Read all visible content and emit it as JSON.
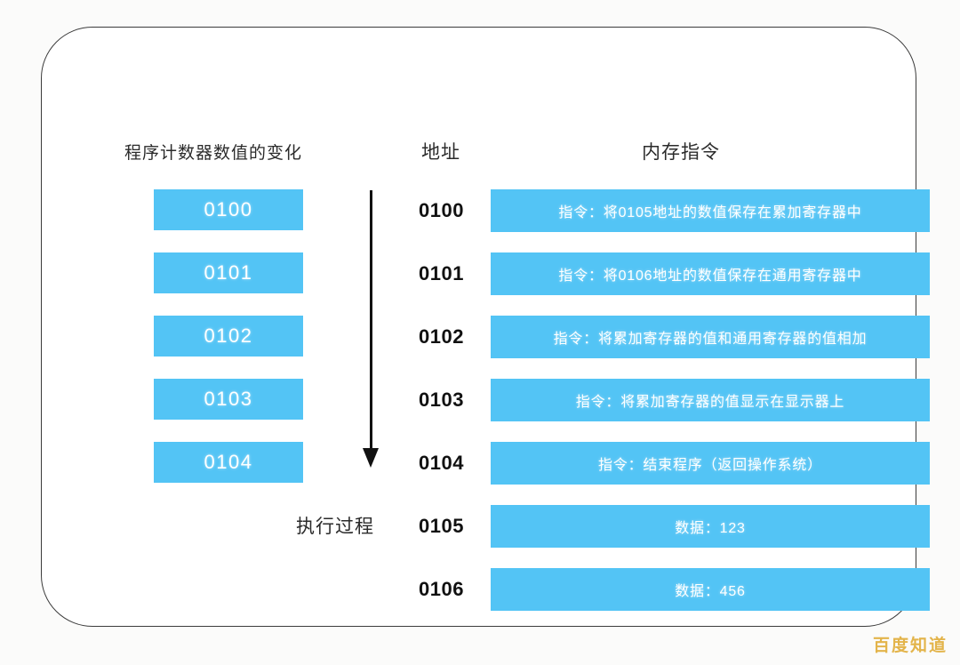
{
  "diagram": {
    "headers": {
      "program_counter": "程序计数器数值的变化",
      "address": "地址",
      "memory_instruction": "内存指令"
    },
    "execution_label": "执行过程",
    "program_counter_values": [
      "0100",
      "0101",
      "0102",
      "0103",
      "0104"
    ],
    "memory_rows": [
      {
        "address": "0100",
        "content": "指令：将0105地址的数值保存在累加寄存器中",
        "kind": "instruction"
      },
      {
        "address": "0101",
        "content": "指令：将0106地址的数值保存在通用寄存器中",
        "kind": "instruction"
      },
      {
        "address": "0102",
        "content": "指令：将累加寄存器的值和通用寄存器的值相加",
        "kind": "instruction"
      },
      {
        "address": "0103",
        "content": "指令：将累加寄存器的值显示在显示器上",
        "kind": "instruction"
      },
      {
        "address": "0104",
        "content": "指令：结束程序（返回操作系统）",
        "kind": "instruction"
      },
      {
        "address": "0105",
        "content": "数据：123",
        "kind": "data"
      },
      {
        "address": "0106",
        "content": "数据：456",
        "kind": "data"
      }
    ],
    "watermark": "百度知道",
    "colors": {
      "accent_blue": "#53c4f5",
      "card_border": "#3b3b3b",
      "arrow": "#111111",
      "watermark": "#e3b44a",
      "background": "#fbfbfa"
    }
  }
}
